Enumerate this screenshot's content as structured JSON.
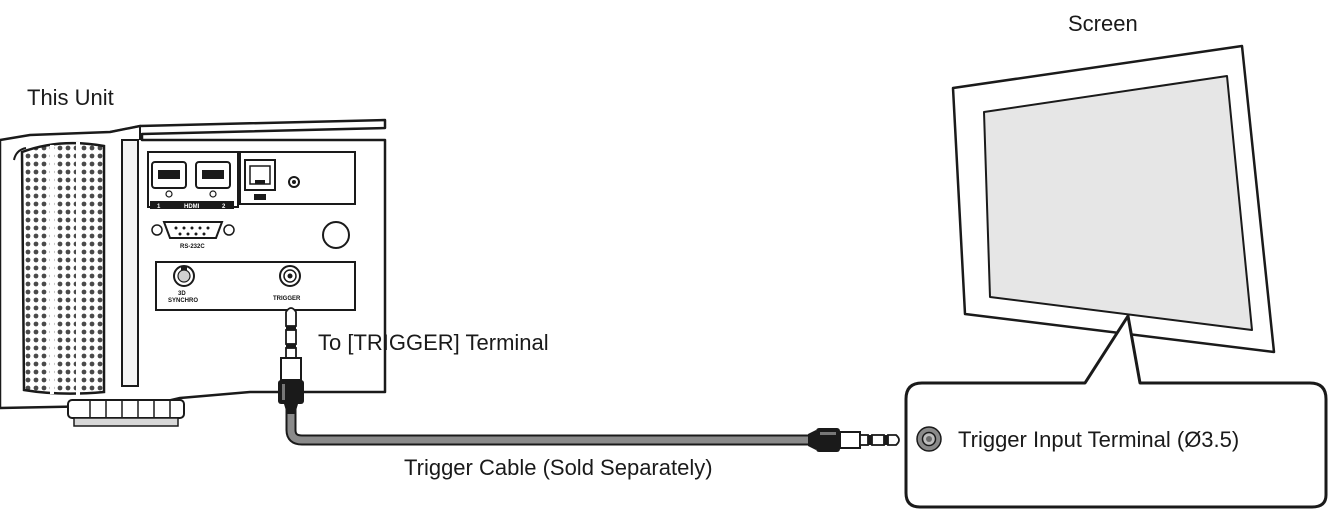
{
  "labels": {
    "this_unit": "This Unit",
    "screen": "Screen",
    "to_trigger": "To [TRIGGER] Terminal",
    "trigger_cable": "Trigger Cable (Sold Separately)",
    "trigger_input": "Trigger Input Terminal (Ø3.5)"
  },
  "panel_labels": {
    "hdmi": "HDMI",
    "hdmi_1": "1",
    "hdmi_2": "2",
    "rs232c": "RS-232C",
    "sync_3d": "3D\nSYNCHRO",
    "trigger": "TRIGGER"
  },
  "colors": {
    "cable": "#8a8a8a",
    "screen_face": "#e6e6e6",
    "outline": "#1a1a1a"
  }
}
